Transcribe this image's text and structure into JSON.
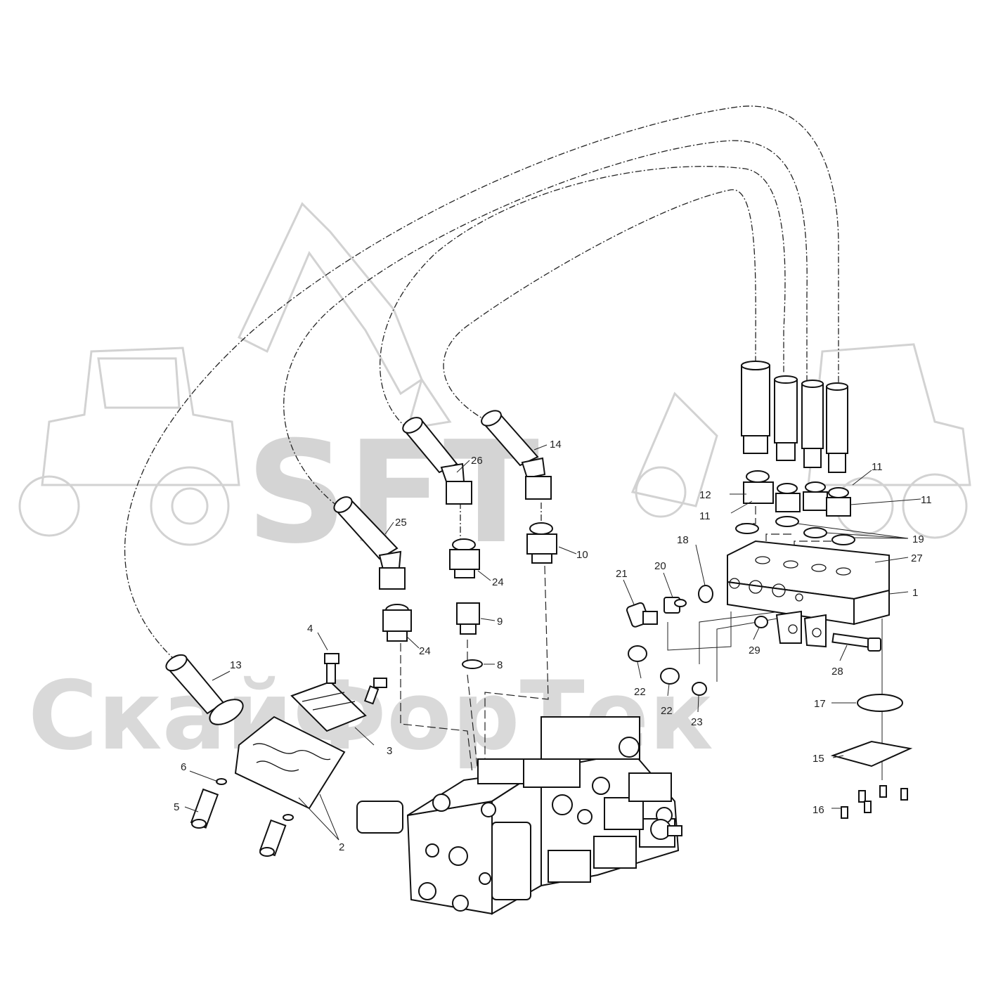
{
  "watermark": {
    "brand": "SFT",
    "company": "СкайФорТек"
  },
  "callouts": [
    {
      "id": "c1",
      "text": "1"
    },
    {
      "id": "c2",
      "text": "2"
    },
    {
      "id": "c3",
      "text": "3"
    },
    {
      "id": "c4",
      "text": "4"
    },
    {
      "id": "c5",
      "text": "5"
    },
    {
      "id": "c6",
      "text": "6"
    },
    {
      "id": "c8",
      "text": "8"
    },
    {
      "id": "c9",
      "text": "9"
    },
    {
      "id": "c10",
      "text": "10"
    },
    {
      "id": "c11a",
      "text": "11"
    },
    {
      "id": "c11b",
      "text": "11"
    },
    {
      "id": "c11c",
      "text": "11"
    },
    {
      "id": "c12",
      "text": "12"
    },
    {
      "id": "c13",
      "text": "13"
    },
    {
      "id": "c14",
      "text": "14"
    },
    {
      "id": "c15",
      "text": "15"
    },
    {
      "id": "c16",
      "text": "16"
    },
    {
      "id": "c17",
      "text": "17"
    },
    {
      "id": "c18",
      "text": "18"
    },
    {
      "id": "c19",
      "text": "19"
    },
    {
      "id": "c20",
      "text": "20"
    },
    {
      "id": "c21",
      "text": "21"
    },
    {
      "id": "c22a",
      "text": "22"
    },
    {
      "id": "c22b",
      "text": "22"
    },
    {
      "id": "c23",
      "text": "23"
    },
    {
      "id": "c24a",
      "text": "24"
    },
    {
      "id": "c24b",
      "text": "24"
    },
    {
      "id": "c25",
      "text": "25"
    },
    {
      "id": "c26",
      "text": "26"
    },
    {
      "id": "c27",
      "text": "27"
    },
    {
      "id": "c28",
      "text": "28"
    },
    {
      "id": "c29",
      "text": "29"
    }
  ]
}
